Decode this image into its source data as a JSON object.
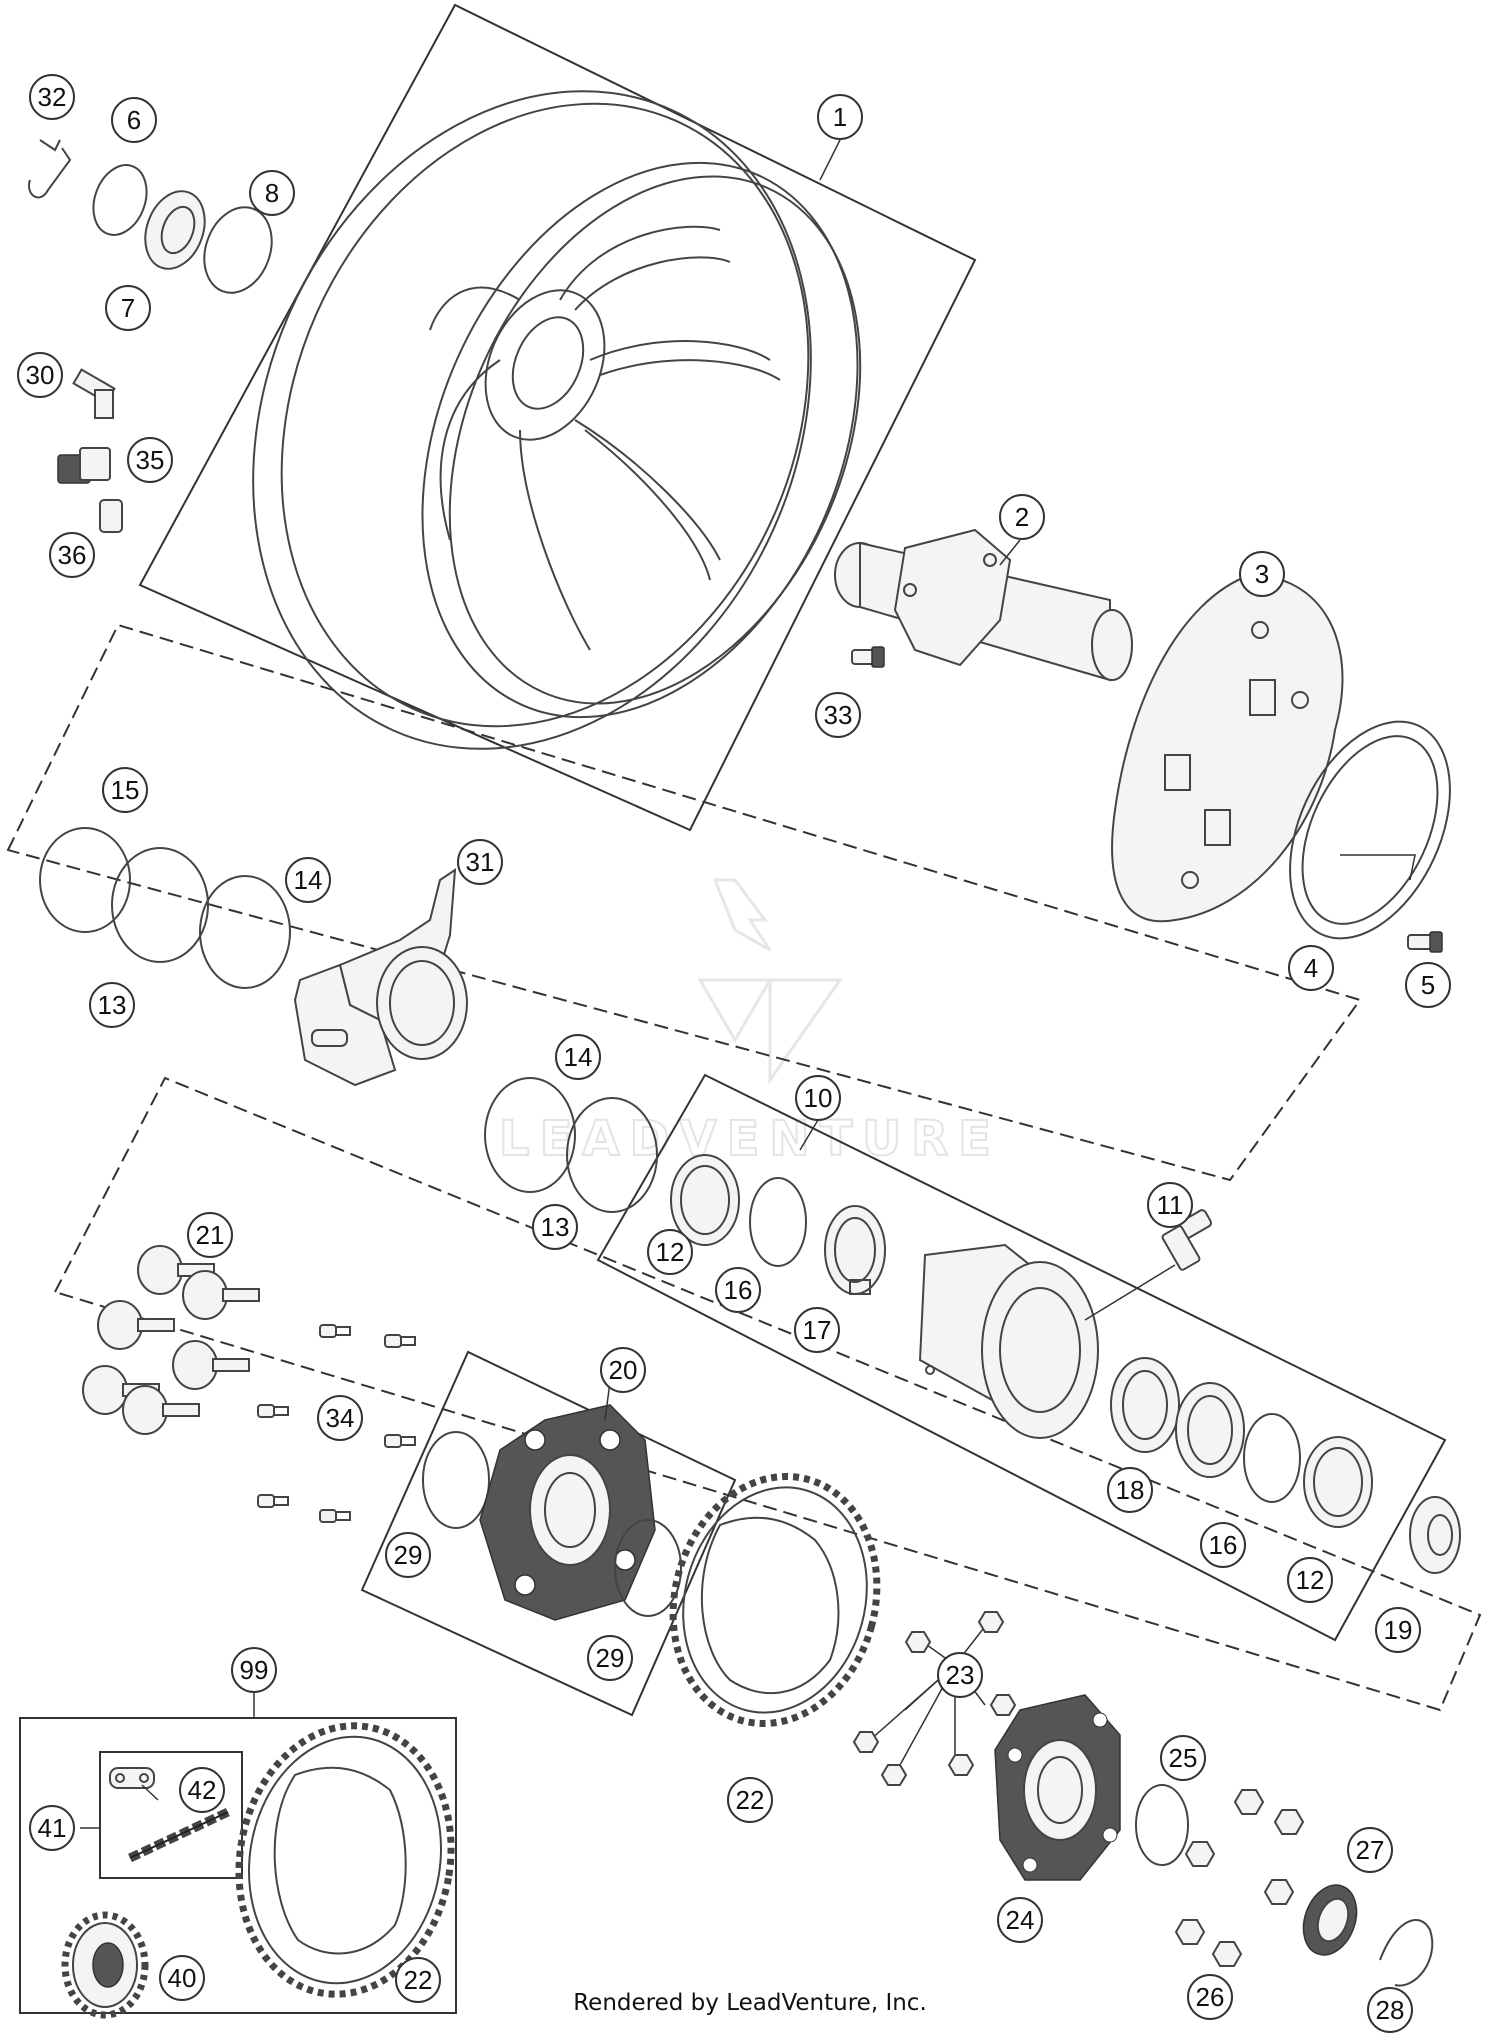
{
  "credit": "Rendered by LeadVenture, Inc.",
  "watermark": "LEADVENTURE",
  "callouts": [
    "1",
    "2",
    "3",
    "4",
    "5",
    "6",
    "7",
    "8",
    "10",
    "11",
    "12",
    "12",
    "13",
    "13",
    "14",
    "14",
    "15",
    "16",
    "16",
    "17",
    "18",
    "19",
    "20",
    "21",
    "22",
    "22",
    "23",
    "24",
    "25",
    "26",
    "27",
    "28",
    "29",
    "29",
    "30",
    "31",
    "32",
    "33",
    "34",
    "35",
    "36",
    "40",
    "41",
    "42",
    "99"
  ],
  "colors": {
    "line": "#333333",
    "background": "#ffffff"
  }
}
